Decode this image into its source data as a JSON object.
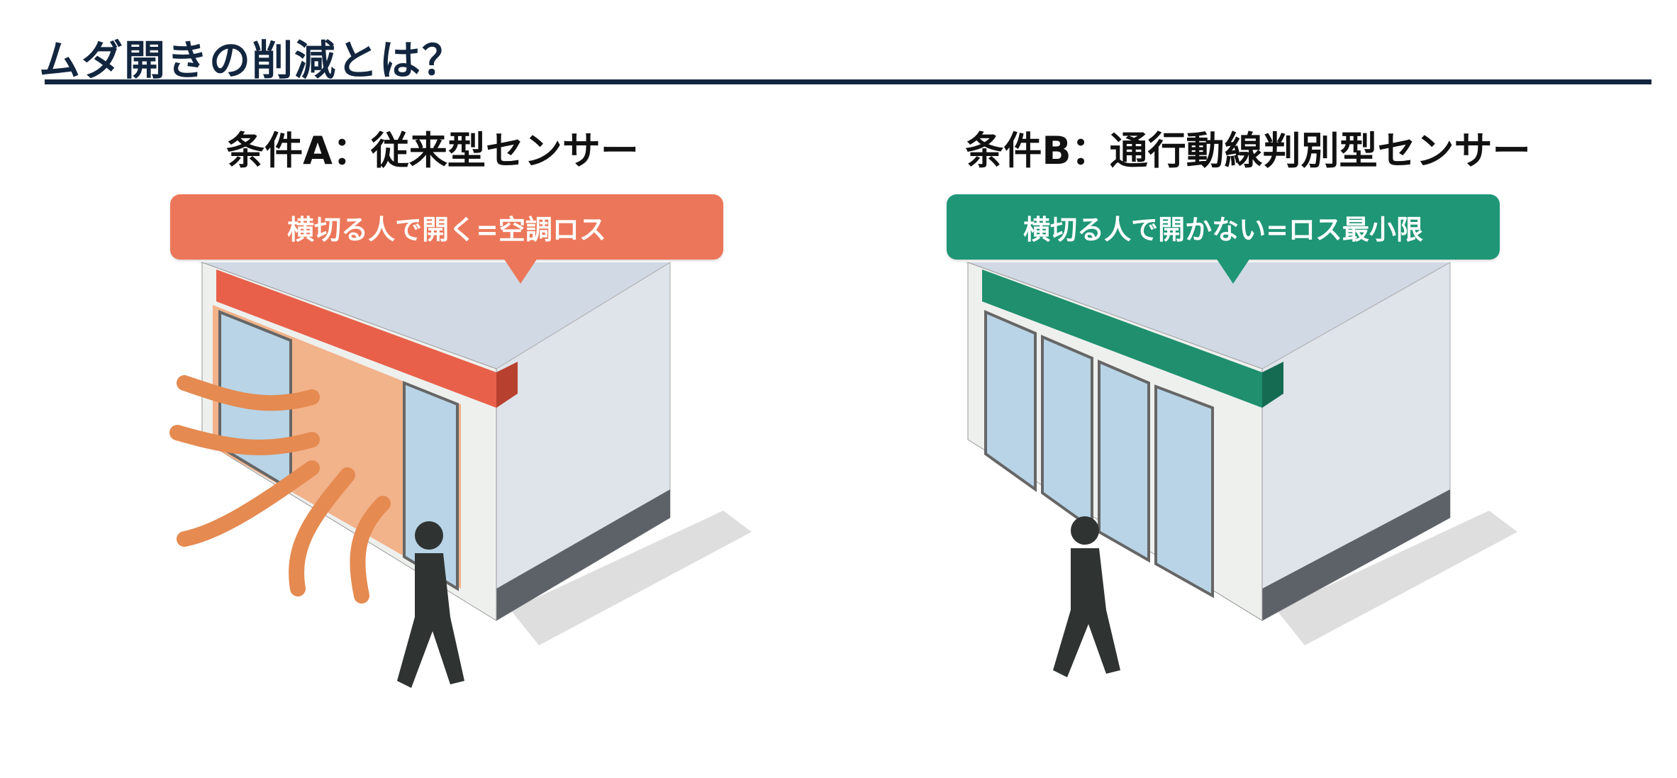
{
  "title": "ムダ開きの削減とは？",
  "panels": [
    {
      "heading": "条件A：従来型センサー",
      "bubble": "横切る人で開く=空調ロス",
      "color": "#ec7659",
      "state": "door-open"
    },
    {
      "heading": "条件B：通行動線判別型センサー",
      "bubble": "横切る人で開かない=ロス最小限",
      "color": "#1f9676",
      "state": "door-closed"
    }
  ],
  "colors": {
    "title": "#13263f",
    "wall": "#dfe1e6",
    "roof": "#d0d9e4",
    "glass": "#b8d4e6",
    "person": "#2f3332"
  }
}
